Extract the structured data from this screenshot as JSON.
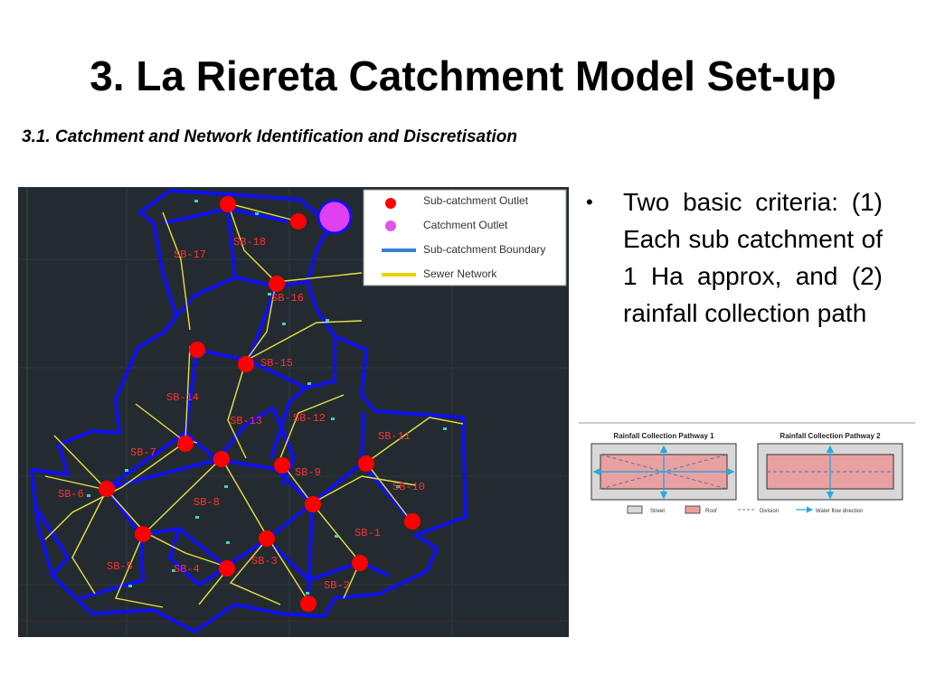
{
  "slide": {
    "title": "3. La Riereta Catchment Model Set-up",
    "subtitle": "3.1. Catchment and Network Identification and Discretisation"
  },
  "map": {
    "legend": {
      "items": [
        {
          "label": "Sub-catchment Outlet",
          "color": "#ff0000",
          "symbol": "dot"
        },
        {
          "label": "Catchment Outlet",
          "color": "#dd55ee",
          "symbol": "dot"
        },
        {
          "label": "Sub-catchment Boundary",
          "color": "#3a7fd0",
          "symbol": "line"
        },
        {
          "label": "Sewer Network",
          "color": "#f0d000",
          "symbol": "line"
        }
      ]
    },
    "subcatchment_labels": [
      "SB-18",
      "SB-17",
      "SB-16",
      "SB-15",
      "SB-14",
      "SB-13",
      "SB-12",
      "SB-11",
      "SB-7",
      "SB-9",
      "SB-10",
      "SB-6",
      "SB-8",
      "SB-1",
      "SB-5",
      "SB-4",
      "SB-3",
      "SB-2"
    ],
    "colors": {
      "background": "#232b30",
      "boundary": "#1010ee",
      "sewer": "#e8e040",
      "outlet": "#ff0000",
      "catchment_outlet": "#e040f0",
      "label": "#ff3030"
    }
  },
  "bullet": {
    "text": "Two basic criteria: (1) Each sub catchment of 1 Ha approx, and (2) rainfall collection path"
  },
  "pathways": {
    "panel1_title": "Rainfall Collection Pathway 1",
    "panel2_title": "Rainfall Collection Pathway 2",
    "legend": {
      "street": "Street",
      "roof": "Roof",
      "division": "Division",
      "water_flow": "Water flow direction"
    },
    "colors": {
      "street": "#d8d8d8",
      "roof": "#e8a0a0",
      "arrow": "#2aa8e0"
    }
  }
}
